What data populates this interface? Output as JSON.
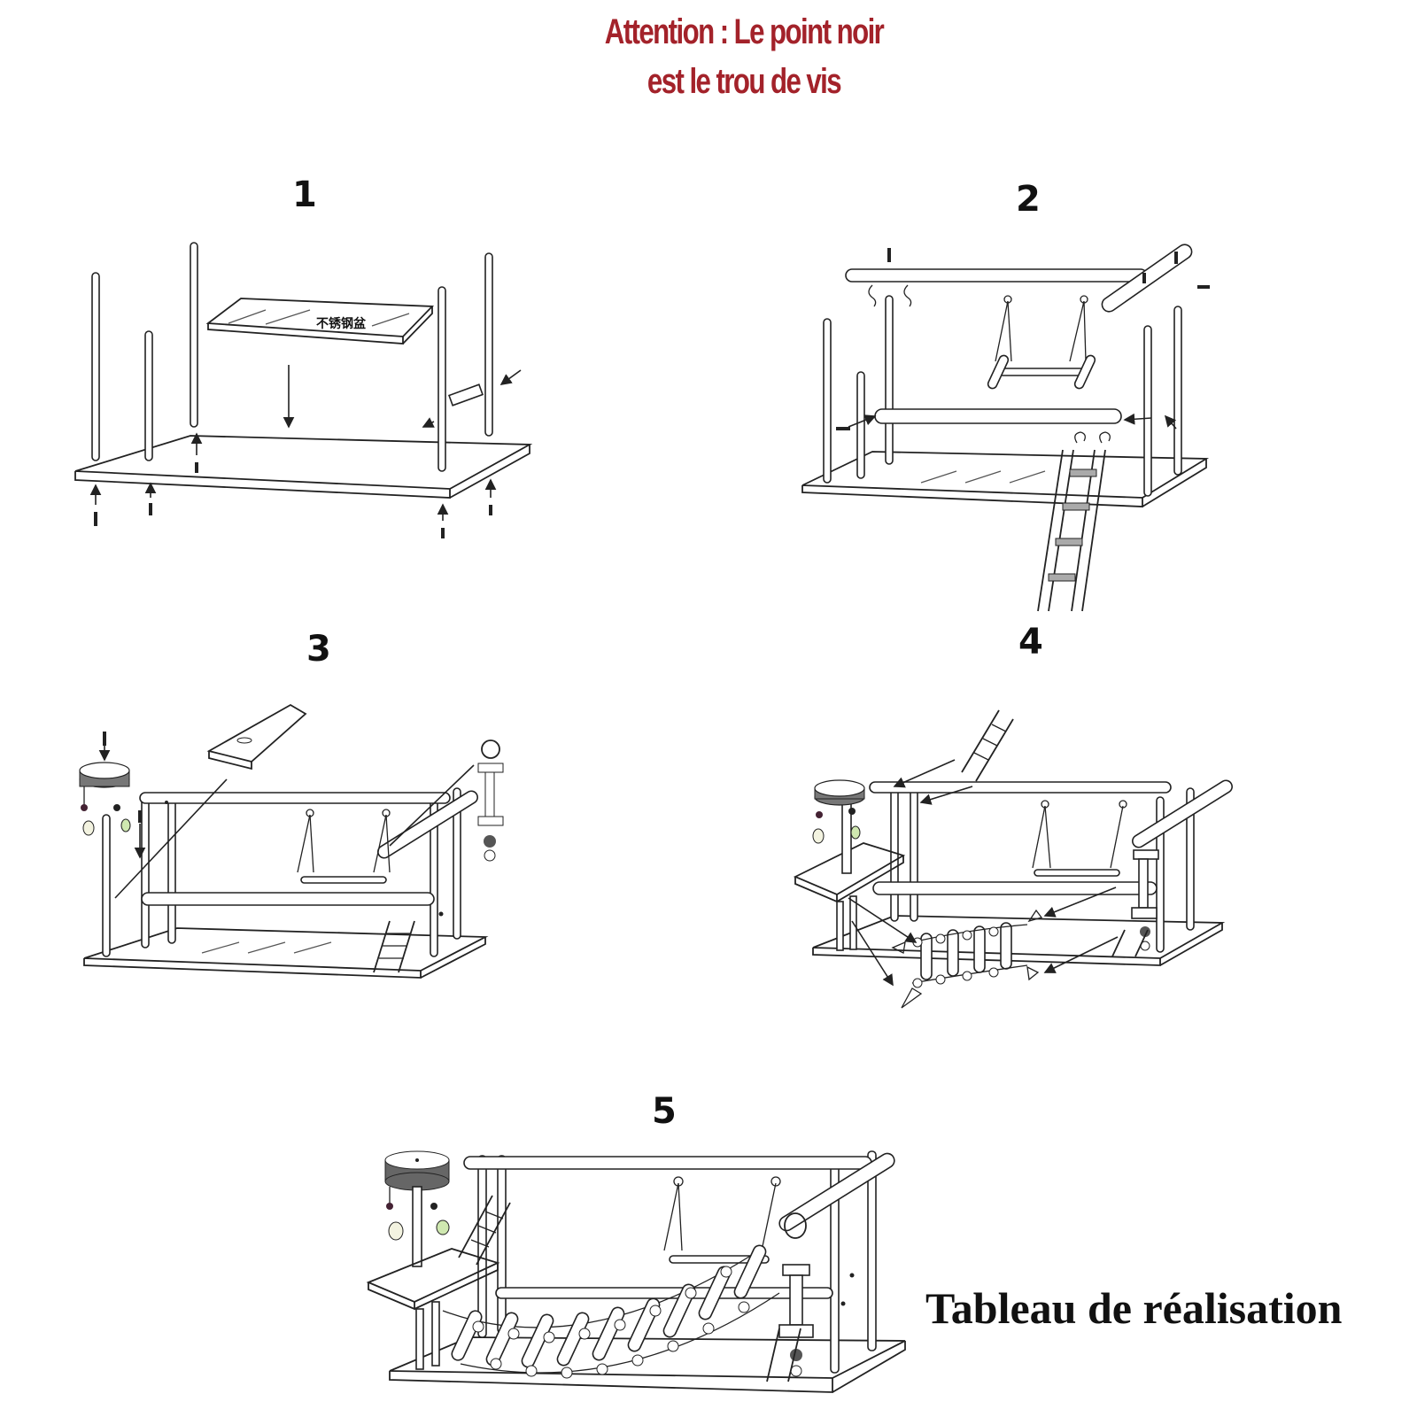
{
  "header": {
    "line1": "Attention : Le point noir",
    "line2": "est le trou de vis",
    "color": "#a3222a"
  },
  "steps": [
    {
      "number": "1",
      "tray_label": "不锈钢盆"
    },
    {
      "number": "2"
    },
    {
      "number": "3"
    },
    {
      "number": "4"
    },
    {
      "number": "5"
    }
  ],
  "footer": {
    "title": "Tableau de réalisation"
  }
}
